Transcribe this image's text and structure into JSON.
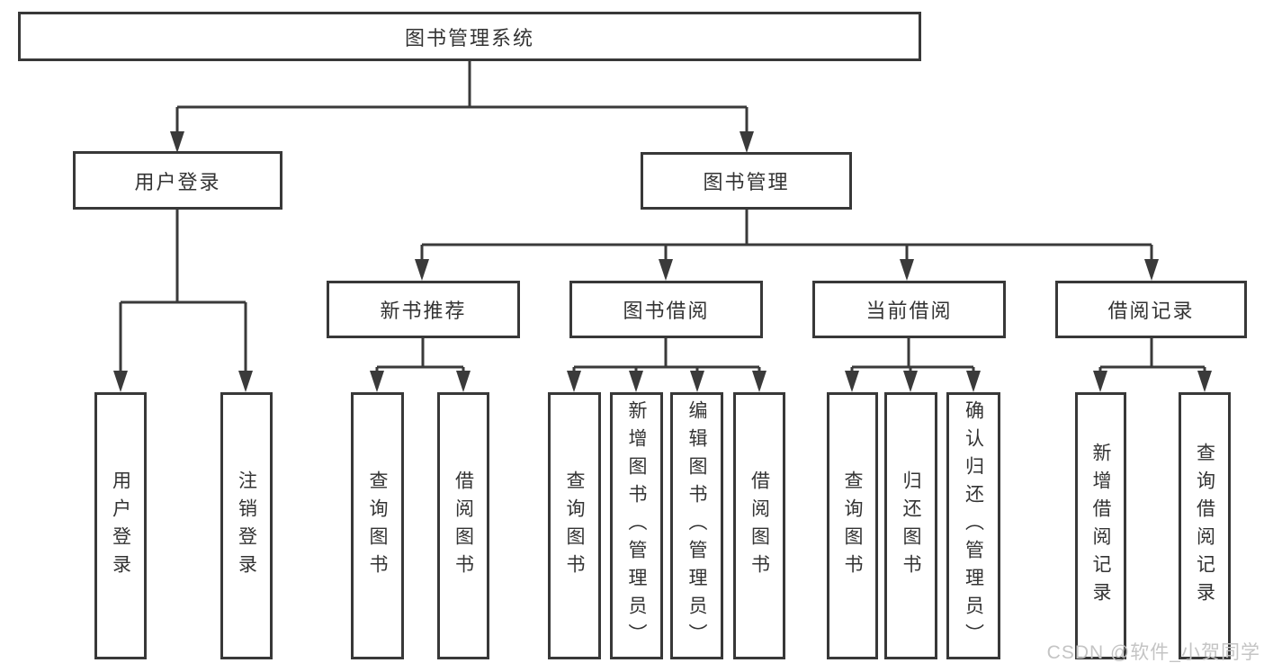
{
  "diagram_type": "hierarchy-tree",
  "colors": {
    "line": "#3a3a3a",
    "box_border": "#383838",
    "box_fill": "#ffffff",
    "text": "#333333",
    "watermark": "#c4c4c4",
    "background": "#ffffff"
  },
  "tree": {
    "label": "图书管理系统",
    "children": [
      {
        "label": "用户登录",
        "children": [
          {
            "label": "用户登录"
          },
          {
            "label": "注销登录"
          }
        ]
      },
      {
        "label": "图书管理",
        "children": [
          {
            "label": "新书推荐",
            "children": [
              {
                "label": "查询图书"
              },
              {
                "label": "借阅图书"
              }
            ]
          },
          {
            "label": "图书借阅",
            "children": [
              {
                "label": "查询图书"
              },
              {
                "label": "新增图书（管理员）"
              },
              {
                "label": "编辑图书（管理员）"
              },
              {
                "label": "借阅图书"
              }
            ]
          },
          {
            "label": "当前借阅",
            "children": [
              {
                "label": "查询图书"
              },
              {
                "label": "归还图书"
              },
              {
                "label": "确认归还（管理员）"
              }
            ]
          },
          {
            "label": "借阅记录",
            "children": [
              {
                "label": "新增借阅记录"
              },
              {
                "label": "查询借阅记录"
              }
            ]
          }
        ]
      }
    ]
  },
  "watermark": "CSDN @软件_小贺同学"
}
